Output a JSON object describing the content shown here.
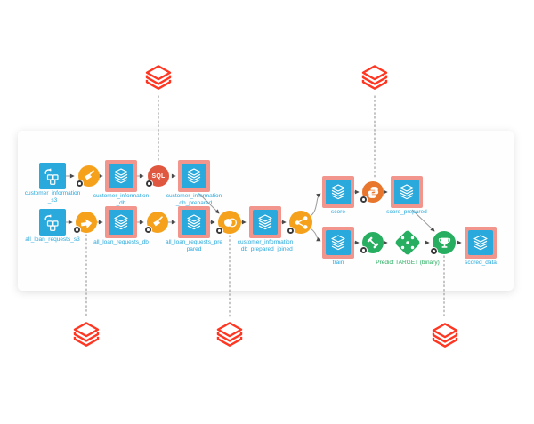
{
  "app": {
    "description": "Data pipeline flow canvas with cloud warehouse integration"
  },
  "nodes": {
    "customer_information_s3": {
      "label": "customer_information_s3",
      "kind": "cloud-dataset",
      "highlighted": false
    },
    "customer_information_db": {
      "label": "customer_information_db",
      "kind": "dataset",
      "highlighted": true
    },
    "customer_information_db_prepared": {
      "label": "customer_information_db_prepared",
      "kind": "dataset",
      "highlighted": true
    },
    "all_loan_requests_s3": {
      "label": "all_loan_requests_s3",
      "kind": "cloud-dataset",
      "highlighted": false
    },
    "all_loan_requests_db": {
      "label": "all_loan_requests_db",
      "kind": "dataset",
      "highlighted": true
    },
    "all_loan_requests_prepared": {
      "label": "all_loan_requests_prepared",
      "kind": "dataset",
      "highlighted": true
    },
    "customer_information_db_prepared_joined": {
      "label": "customer_information_db_prepared_joined",
      "kind": "dataset",
      "highlighted": true
    },
    "score": {
      "label": "score",
      "kind": "dataset",
      "highlighted": true
    },
    "score_prepared": {
      "label": "score_prepared",
      "kind": "dataset",
      "highlighted": true
    },
    "train": {
      "label": "train",
      "kind": "dataset",
      "highlighted": true
    },
    "scored_data": {
      "label": "scored_data",
      "kind": "dataset",
      "highlighted": true
    }
  },
  "recipes": {
    "prepare_customer": {
      "kind": "prepare-broom"
    },
    "sql_query": {
      "label": "SQL",
      "kind": "sql"
    },
    "sync_loans": {
      "kind": "sync-arrow"
    },
    "prepare_loans": {
      "kind": "prepare-broom"
    },
    "join": {
      "kind": "join"
    },
    "split": {
      "kind": "split"
    },
    "python_score": {
      "kind": "python"
    },
    "train_model": {
      "kind": "train-dumbbell"
    },
    "score_model": {
      "kind": "score-trophy"
    }
  },
  "model": {
    "label": "Predict TARGET (binary)",
    "kind": "saved-model-diamond"
  },
  "integration": {
    "vendor": "databricks-logo",
    "logo_count": 5,
    "link_style": "dotted"
  },
  "colors": {
    "dataset_blue": "#29A9DC",
    "highlight_salmon": "#F2958C",
    "recipe_orange": "#F6A11B",
    "sql_orange_red": "#E0573F",
    "python_orange": "#E8762C",
    "ml_green": "#27AE60",
    "databricks_red": "#FF3621",
    "connector_gray": "#9A9A9A",
    "label_blue": "#29A9DC"
  }
}
